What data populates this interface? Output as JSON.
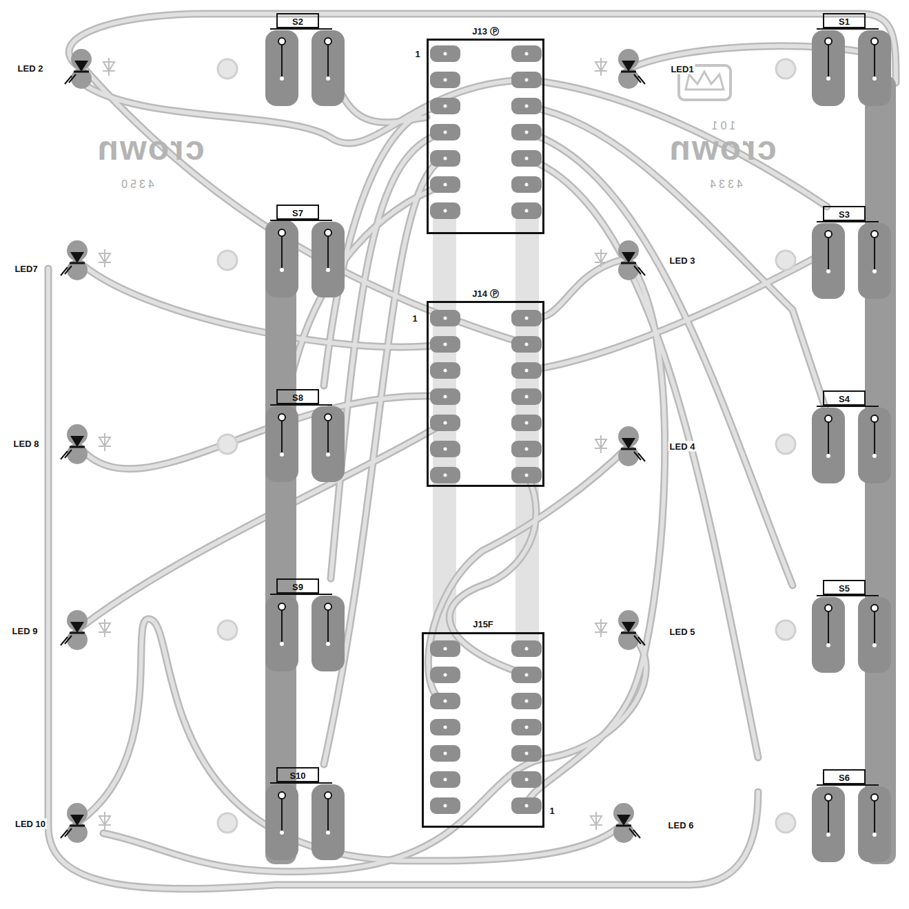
{
  "diagram": {
    "nodes": [
      {
        "text": [
          "J13 Ⓟ"
        ]
      },
      {
        "text": [
          "J14 Ⓟ"
        ]
      },
      {
        "text": [
          "J15F"
        ]
      }
    ],
    "labels": [
      "S2",
      "S1",
      "LED 2",
      "LED1",
      "1",
      "crown",
      "crown",
      "101",
      "4350",
      "4334",
      "S7",
      "S3",
      "LED7",
      "LED 3",
      "1",
      "S8",
      "S4",
      "LED 8",
      "LED 4",
      "S9",
      "S5",
      "LED 9",
      "LED 5",
      "S10",
      "S6",
      "LED 10",
      "LED 6",
      "1"
    ]
  }
}
